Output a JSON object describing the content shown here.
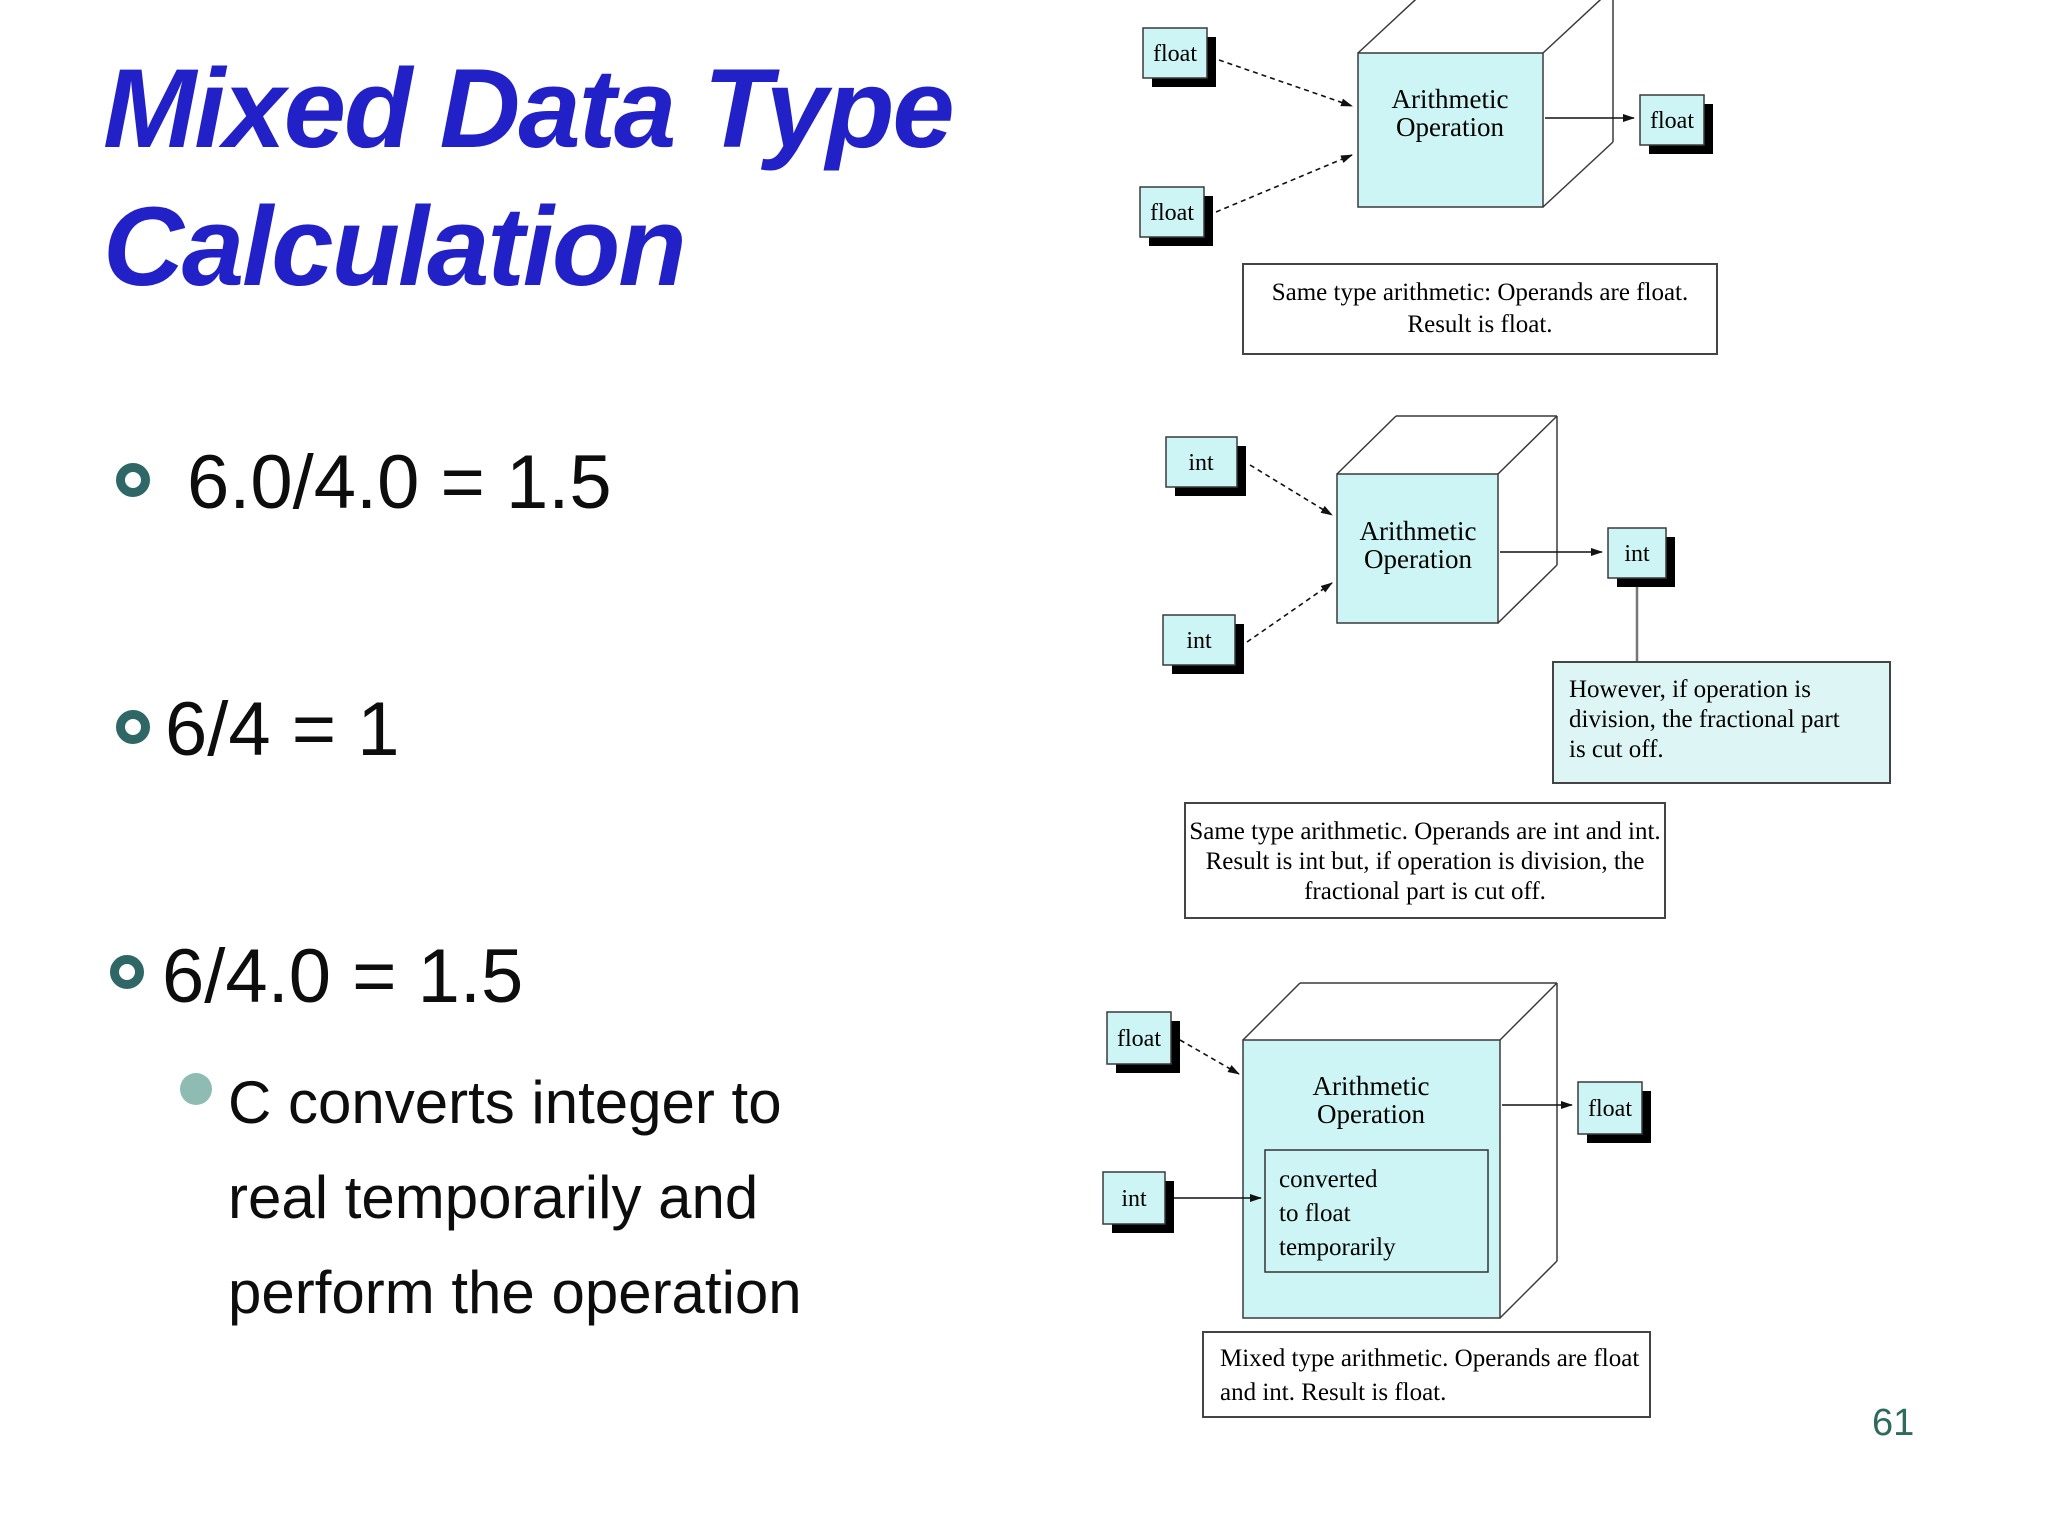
{
  "slide": {
    "title": {
      "line1": "Mixed Data Type",
      "line2": "Calculation"
    },
    "bullets": [
      "6.0/4.0 = 1.5",
      "6/4 = 1",
      "6/4.0 = 1.5"
    ],
    "sub_bullet": "C converts integer to real temporarily and perform the operation",
    "page_number": "61"
  },
  "colors": {
    "title_blue": "#2121c7",
    "bullet_ring_teal": "#2e6766",
    "sub_bullet_sage": "#8fbcb2",
    "page_number_green": "#2e6b5c",
    "diagram_box_cyan": "#cdf5f5"
  },
  "diagram_float_float": {
    "input_top": "float",
    "input_bottom": "float",
    "operation_line1": "Arithmetic",
    "operation_line2": "Operation",
    "output": "float",
    "caption_line1": "Same type arithmetic: Operands are float.",
    "caption_line2": "Result is float."
  },
  "diagram_int_int": {
    "input_top": "int",
    "input_bottom": "int",
    "operation_line1": "Arithmetic",
    "operation_line2": "Operation",
    "output": "int",
    "note_line1": "However, if operation is",
    "note_line2": "division, the fractional part",
    "note_line3": "is cut off.",
    "caption_line1": "Same type arithmetic. Operands are int and int.",
    "caption_line2": "Result is int but, if operation is division, the",
    "caption_line3": "fractional part is cut off."
  },
  "diagram_mixed": {
    "input_top": "float",
    "input_bottom": "int",
    "operation_line1": "Arithmetic",
    "operation_line2": "Operation",
    "converted_line1": "converted",
    "converted_line2": "to float",
    "converted_line3": "temporarily",
    "output": "float",
    "caption_line1": "Mixed type arithmetic. Operands are float",
    "caption_line2": "and int. Result is float."
  }
}
